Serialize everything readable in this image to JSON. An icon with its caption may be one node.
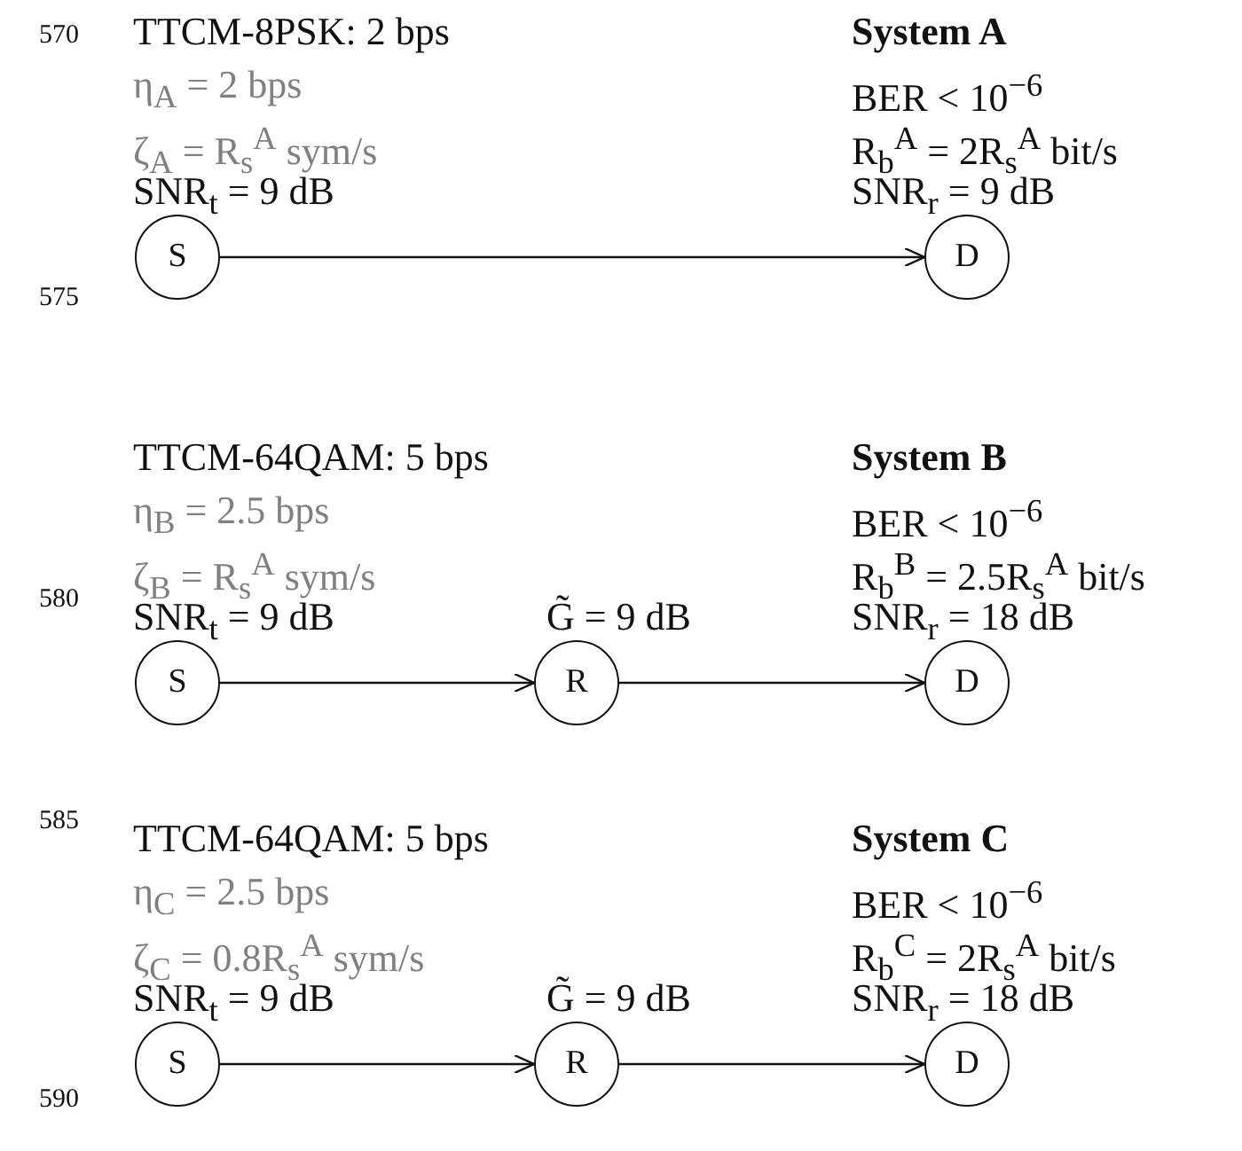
{
  "diagram": {
    "nodes": [
      {
        "text": [
          "S"
        ],
        "beside": [
          "TTCM-8PSK: 2 bps",
          "η$_{A}$ = 2 bps",
          "ζ$_{A}$ = R$_{s}$$^{A}$ sym/s",
          "SNR$_{t}$ = 9 dB"
        ]
      },
      {
        "text": [
          "D"
        ],
        "beside": [
          "System A",
          "BER < 10$^{−6}$",
          "R$_{b}$$^{A}$ = 2R$_{s}$$^{A}$ bit/s",
          "SNR$_{r}$ = 9 dB"
        ]
      },
      {
        "text": [
          "S"
        ],
        "beside": [
          "TTCM-64QAM: 5 bps",
          "η$_{B}$ = 2.5 bps",
          "ζ$_{B}$ = R$_{s}$$^{A}$ sym/s",
          "SNR$_{t}$ = 9 dB"
        ]
      },
      {
        "text": [
          "R"
        ],
        "beside": [
          "G̃ = 9 dB"
        ]
      },
      {
        "text": [
          "D"
        ],
        "beside": [
          "System B",
          "BER < 10$^{−6}$",
          "R$_{b}$$^{B}$ = 2.5R$_{s}$$^{A}$ bit/s",
          "SNR$_{r}$ = 18 dB"
        ]
      },
      {
        "text": [
          "S"
        ],
        "beside": [
          "TTCM-64QAM: 5 bps",
          "η$_{C}$ = 2.5 bps",
          "ζ$_{C}$ = 0.8R$_{s}$$^{A}$ sym/s",
          "SNR$_{t}$ = 9 dB"
        ]
      },
      {
        "text": [
          "R"
        ],
        "beside": [
          "G̃ = 9 dB"
        ]
      },
      {
        "text": [
          "D"
        ],
        "beside": [
          "System C",
          "BER < 10$^{−6}$",
          "R$_{b}$$^{C}$ = 2R$_{s}$$^{A}$ bit/s",
          "SNR$_{r}$ = 18 dB"
        ]
      }
    ],
    "edges": [
      {
        "from": 0,
        "to": 1,
        "arrow": "to"
      },
      {
        "from": 2,
        "to": 3,
        "arrow": "to"
      },
      {
        "from": 3,
        "to": 4,
        "arrow": "to"
      },
      {
        "from": 5,
        "to": 6,
        "arrow": "to"
      },
      {
        "from": 6,
        "to": 7,
        "arrow": "to"
      }
    ],
    "labels": [
      "570",
      "575",
      "580",
      "585",
      "590"
    ]
  }
}
